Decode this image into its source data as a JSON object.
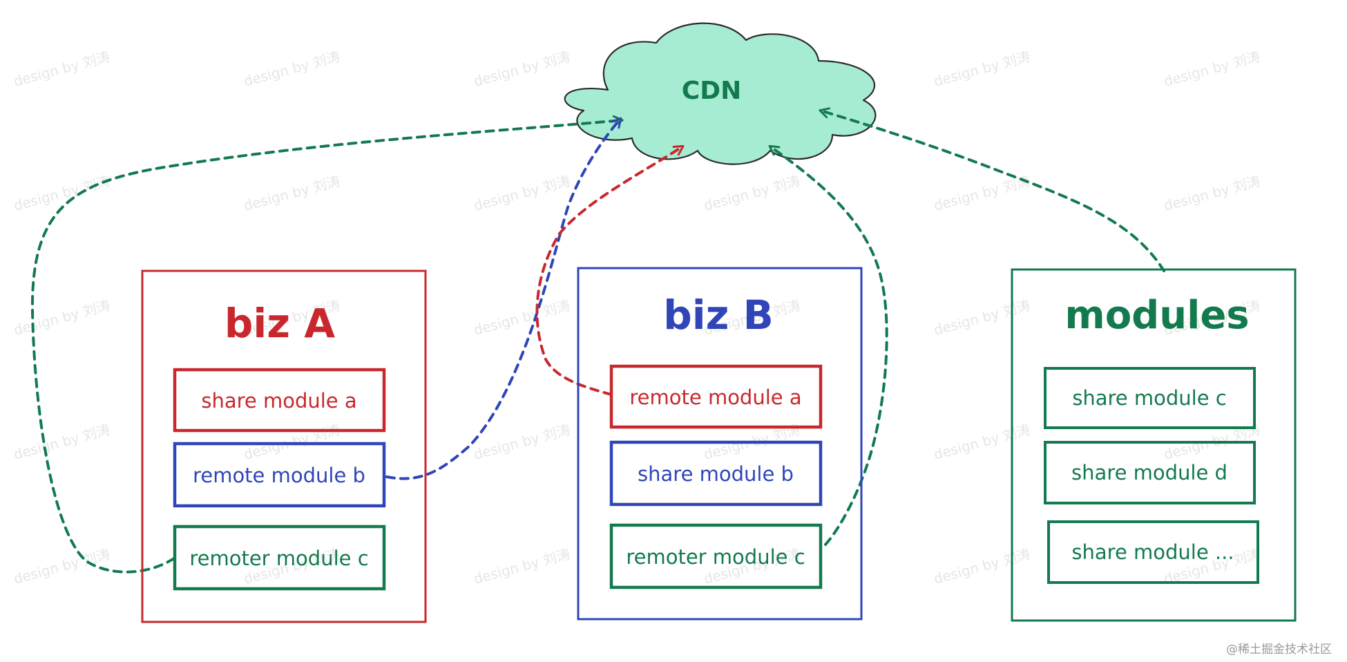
{
  "colors": {
    "red": "#c8282d",
    "blue": "#2f45b8",
    "green": "#137a4e",
    "cloud_fill": "#a6ecd2",
    "cloud_stroke": "#2b2b2b",
    "watermark": "#e6e6e6"
  },
  "cdn": {
    "label": "CDN"
  },
  "groups": {
    "biz_a": {
      "title": "biz A",
      "items": [
        "share module a",
        "remote module b",
        "remoter module c"
      ]
    },
    "biz_b": {
      "title": "biz B",
      "items": [
        "remote module a",
        "share module b",
        "remoter module c"
      ]
    },
    "modules": {
      "title": "modules",
      "items": [
        "share module c",
        "share module d",
        "share module ..."
      ]
    }
  },
  "watermark": {
    "text": "design by 刘涛"
  },
  "credit": "@稀土掘金技术社区"
}
